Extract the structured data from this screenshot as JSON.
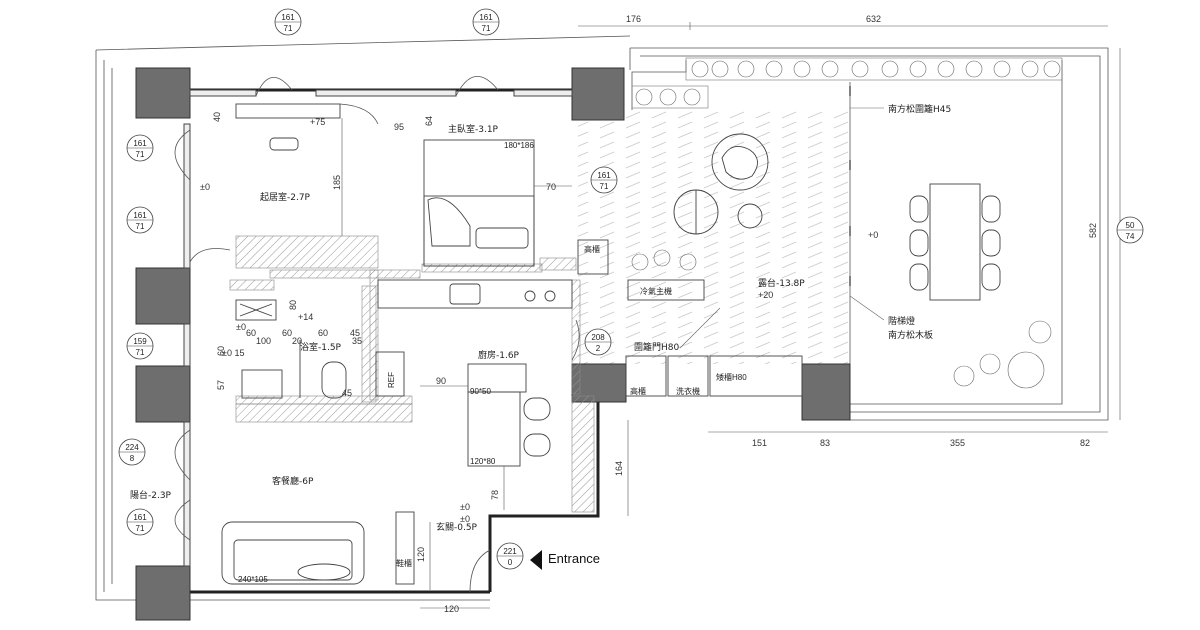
{
  "rooms": {
    "master": "主臥室-3.1P",
    "study": "起居室-2.7P",
    "bath": "浴室-1.5P",
    "kitchen": "廚房-1.6P",
    "living": "客餐廳-6P",
    "balcony": "陽台-2.3P",
    "foyer": "玄關-0.5P",
    "terrace": "露台-13.8P"
  },
  "labels": {
    "fence_h45": "南方松圍籬H45",
    "step_light": "階梯燈",
    "pine_deck": "南方松木板",
    "gate_h80": "圍籬門H80",
    "low_cab_h80": "矮櫃H80",
    "ac_host": "冷氣主機",
    "tall_cab": "高櫃",
    "ref": "REF",
    "washer": "洗衣機",
    "tall_cab2": "高櫃",
    "shoe": "鞋櫃",
    "entrance": "Entrance"
  },
  "levels": {
    "terrace_plus20": "+20",
    "terrace_plus0": "+0",
    "zero1": "±0",
    "zero2": "±0",
    "zero3": "±0",
    "zero4": "±0",
    "plus14": "+14",
    "plus15": "±0 15",
    "plus75": "+75"
  },
  "sizes": {
    "bed": "180*186",
    "island": "90*50",
    "table": "120*80",
    "sofa": "240*105"
  },
  "dims": {
    "top176": "176",
    "top632": "632",
    "right582": "582",
    "b151": "151",
    "b83": "83",
    "b355": "355",
    "b82": "82",
    "k164": "164",
    "k78": "78",
    "k120a": "120",
    "k120b": "120",
    "k90": "90",
    "m185": "185",
    "m70": "70",
    "m64": "64",
    "m95": "95",
    "m40": "40",
    "b80": "80",
    "b60a": "60",
    "b60b": "60",
    "b60c": "60",
    "b100": "100",
    "b20": "20",
    "b45": "45",
    "b35": "35",
    "b60d": "60",
    "b57": "57",
    "b45b": "45"
  },
  "section_markers": [
    {
      "top": "161",
      "bottom": "71"
    },
    {
      "top": "161",
      "bottom": "71"
    },
    {
      "top": "161",
      "bottom": "71"
    },
    {
      "top": "161",
      "bottom": "71"
    },
    {
      "top": "161",
      "bottom": "71"
    },
    {
      "top": "159",
      "bottom": "71"
    },
    {
      "top": "224",
      "bottom": "8"
    },
    {
      "top": "161",
      "bottom": "71"
    },
    {
      "top": "208",
      "bottom": "2"
    },
    {
      "top": "221",
      "bottom": "0"
    },
    {
      "top": "50",
      "bottom": "74"
    }
  ]
}
